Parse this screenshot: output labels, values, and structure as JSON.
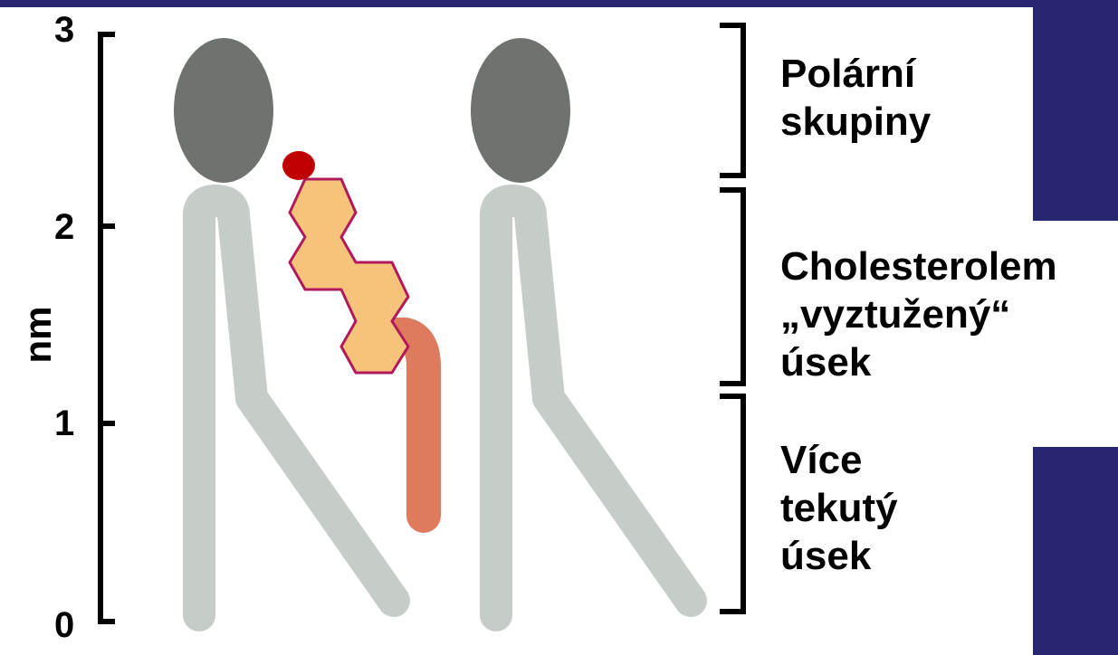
{
  "axis": {
    "unit": "nm",
    "ticks": [
      "0",
      "1",
      "2",
      "3"
    ]
  },
  "regions": [
    {
      "lines": [
        "Polární",
        "skupiny"
      ]
    },
    {
      "lines": [
        "Cholesterolem",
        "„vyztužený“",
        "úsek"
      ]
    },
    {
      "lines": [
        "Více",
        "tekutý",
        "úsek"
      ]
    }
  ],
  "colors": {
    "background": "#272671",
    "panel": "#ffffff",
    "lipid_head": "#6e7370",
    "lipid_tail": "#c6cdc8",
    "sterol_ring_fill": "#f5c47a",
    "sterol_ring_stroke": "#b0195c",
    "hydroxyl_group": "#c00000",
    "hydrocarbon_tail": "#de7a5e",
    "bracket": "#000000"
  }
}
